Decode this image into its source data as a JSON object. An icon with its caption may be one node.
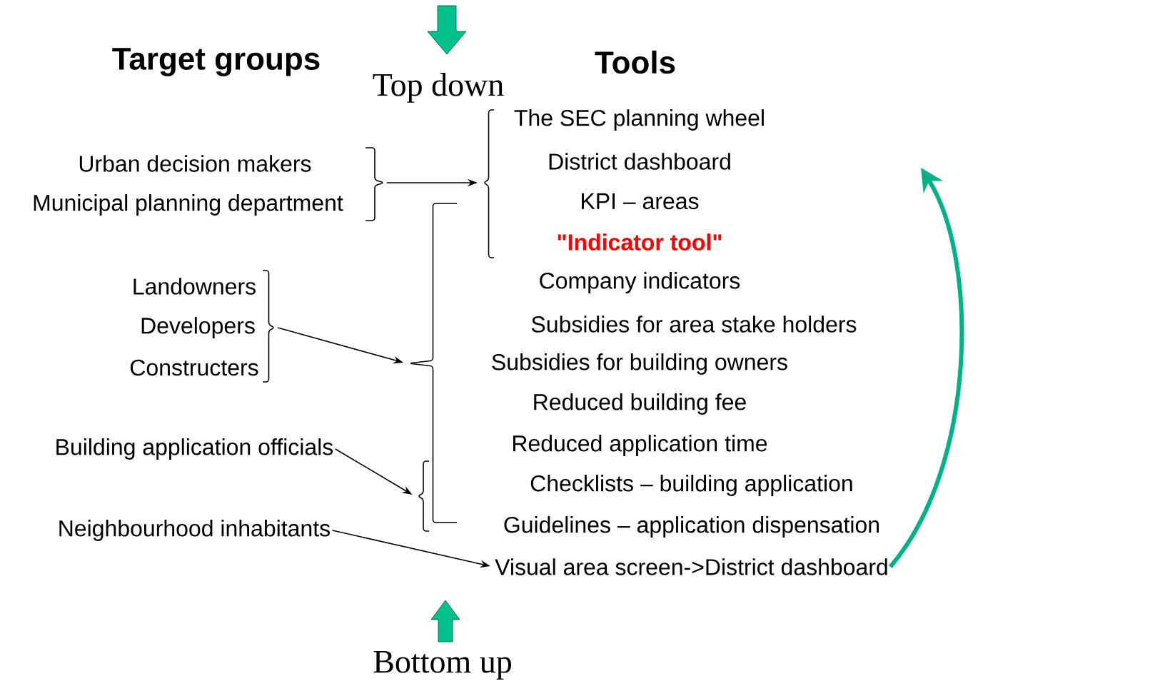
{
  "diagram": {
    "nodes": [
      {
        "text": [
          "Urban decision makers"
        ]
      },
      {
        "text": [
          "Municipal planning department"
        ]
      },
      {
        "text": [
          "Landowners"
        ]
      },
      {
        "text": [
          "Developers"
        ]
      },
      {
        "text": [
          "Constructers"
        ]
      },
      {
        "text": [
          "Building application officials"
        ]
      },
      {
        "text": [
          "Neighbourhood inhabitants"
        ]
      },
      {
        "text": [
          "The SEC planning wheel"
        ]
      },
      {
        "text": [
          "District dashboard"
        ]
      },
      {
        "text": [
          "KPI – areas"
        ]
      },
      {
        "text": [
          "\"Indicator tool\""
        ]
      },
      {
        "text": [
          "Company indicators"
        ]
      },
      {
        "text": [
          "Subsidies for area stake holders"
        ]
      },
      {
        "text": [
          "Subsidies for building owners"
        ]
      },
      {
        "text": [
          "Reduced building fee"
        ]
      },
      {
        "text": [
          "Reduced application time"
        ]
      },
      {
        "text": [
          "Checklists – building application"
        ]
      },
      {
        "text": [
          "Guidelines – application dispensation"
        ]
      },
      {
        "text": [
          "Visual area screen->District dashboard"
        ]
      },
      {
        "text": [],
        "shape": "bracket"
      },
      {
        "text": [],
        "shape": "bracket"
      },
      {
        "text": [],
        "shape": "bracket"
      },
      {
        "text": [],
        "shape": "bracket"
      },
      {
        "text": [],
        "shape": "bracket"
      }
    ],
    "edges": [
      {
        "from": 19,
        "to": 20,
        "arrow": "to"
      },
      {
        "from": 21,
        "to": 22,
        "arrow": "to"
      },
      {
        "from": 5,
        "to": 23,
        "arrow": "to"
      },
      {
        "from": 6,
        "to": 18,
        "arrow": "to"
      },
      {
        "from": 18,
        "to": null,
        "arrow": "to",
        "style": "thick",
        "color": "#00b386"
      }
    ],
    "labels": [
      "Target groups",
      "Tools",
      "Top down",
      "Bottom up"
    ]
  }
}
